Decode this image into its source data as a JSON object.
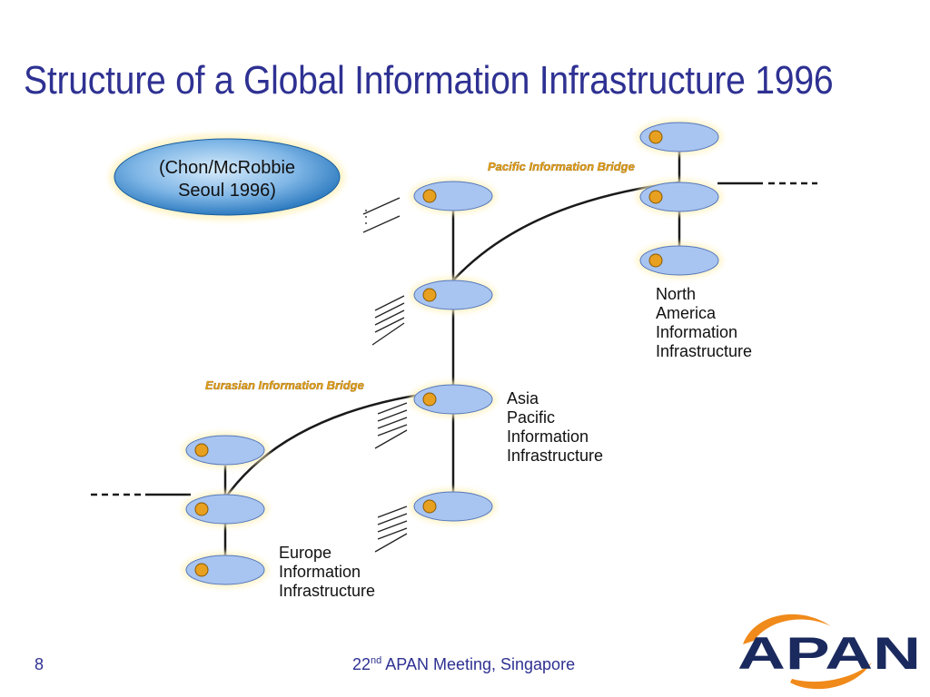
{
  "slide": {
    "title": "Structure of a Global Information Infrastructure 1996",
    "page_number": "8",
    "footer": {
      "ordinal_number": "22",
      "ordinal_suffix": "nd",
      "text": " APAN Meeting, Singapore"
    },
    "logo": {
      "text": "APAN"
    }
  },
  "diagram": {
    "citation": {
      "line1": "(Chon/McRobbie",
      "line2": "Seoul 1996)"
    },
    "bridges": {
      "pacific": "Pacific Information Bridge",
      "eurasian": "Eurasian Information Bridge"
    },
    "regions": {
      "north_america": [
        "North",
        "America",
        "Information",
        "Infrastructure"
      ],
      "asia_pacific": [
        "Asia",
        "Pacific",
        "Information",
        "Infrastructure"
      ],
      "europe": [
        "Europe",
        "Information",
        "Infrastructure"
      ]
    }
  },
  "colors": {
    "title": "#2e3192",
    "node_fill": "#a8c4f0",
    "node_dot": "#e8a020",
    "bridge_label": "#e8a317",
    "logo_blue": "#1a2a5e",
    "logo_orange": "#f08a1a"
  }
}
